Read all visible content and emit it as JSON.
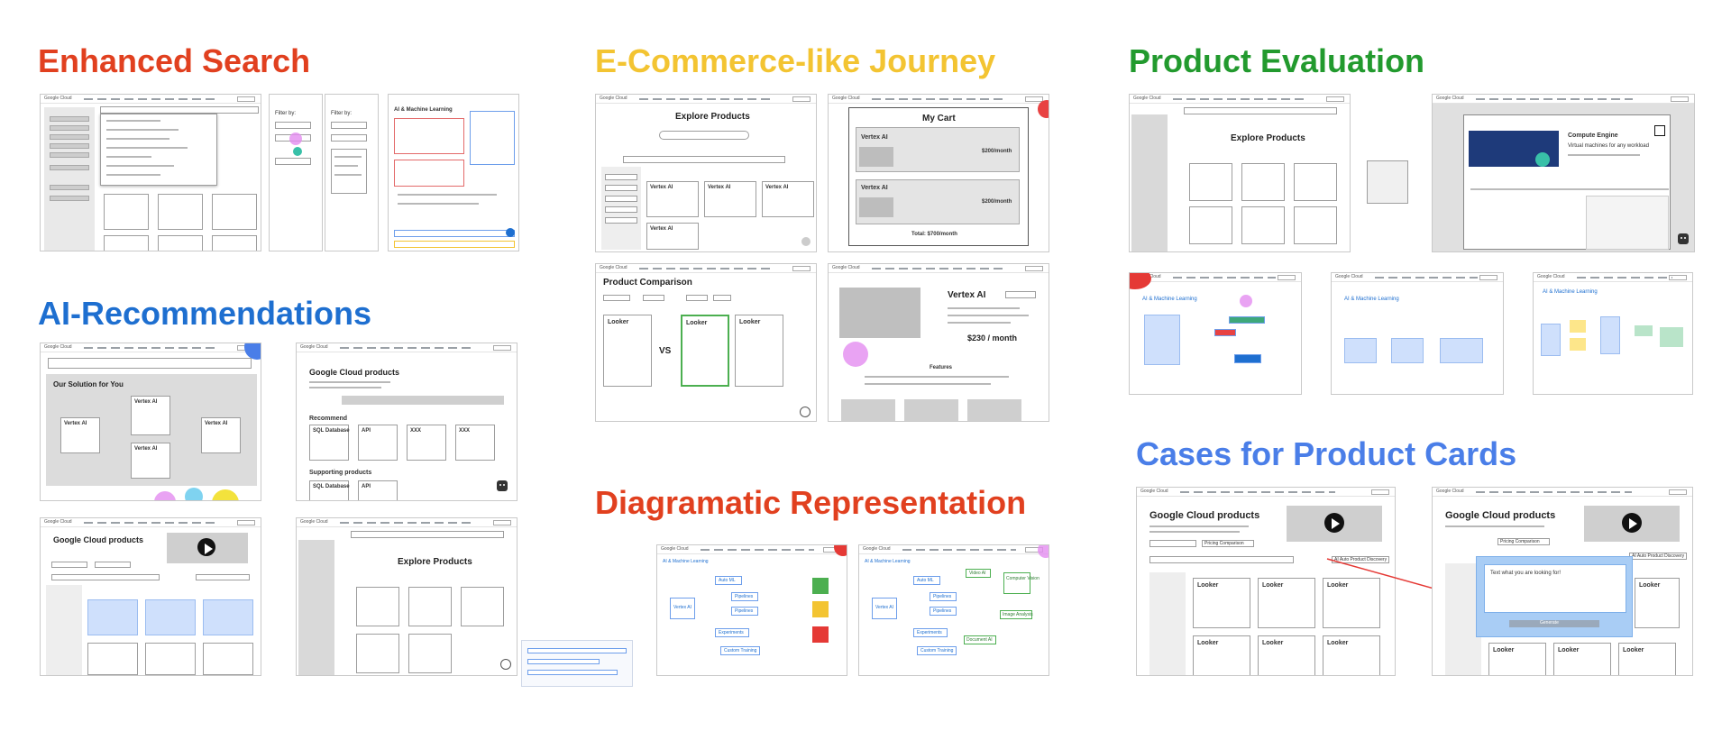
{
  "sections": {
    "enhanced_search": {
      "title": "Enhanced Search",
      "color": "#e1401f"
    },
    "ecommerce": {
      "title": "E-Commerce-like Journey",
      "color": "#f3c432"
    },
    "product_evaluation": {
      "title": "Product Evaluation",
      "color": "#229a2e"
    },
    "ai_recommendations": {
      "title": "AI-Recommendations",
      "color": "#1e6fd0"
    },
    "diagramatic": {
      "title": "Diagramatic Representation",
      "color": "#e1401f"
    },
    "product_cards": {
      "title": "Cases for Product Cards",
      "color": "#4a7ee8"
    }
  },
  "wireframes": {
    "explore_products": "Explore Products",
    "my_cart": "My Cart",
    "vertex_ai": "Vertex AI",
    "price_month": "$200/month",
    "total": "Total: $700/month",
    "product_comparison": "Product Comparison",
    "vs": "VS",
    "vertex_price": "$230 / month",
    "features": "Features",
    "looker": "Looker",
    "compute_engine": "Compute Engine",
    "virtual_machines": "Virtual machines for any workload",
    "ai_ml": "AI & Machine Learning",
    "solution_for_you": "Our Solution for You",
    "gc_products": "Google Cloud products",
    "recommend": "Recommend",
    "supporting": "Supporting products",
    "sql_database": "SQL Database",
    "api": "API",
    "xxx": "XXX",
    "logo": "Google Cloud",
    "generate": "Generate",
    "text_prompt": "Text what you are looking for!",
    "auto_ml": "Auto ML",
    "pipelines": "Pipelines",
    "experiments": "Experiments",
    "custom_training": "Custom Training",
    "vertex_label": "Vertex AI",
    "video_ai": "Video AI",
    "computer_vision": "Computer Vision",
    "image_analysis": "Image Analysis",
    "document_ai": "Document AI",
    "pricing_comparison": "Pricing Comparison",
    "ai_discovery": "AI Auto Product Discovery"
  }
}
